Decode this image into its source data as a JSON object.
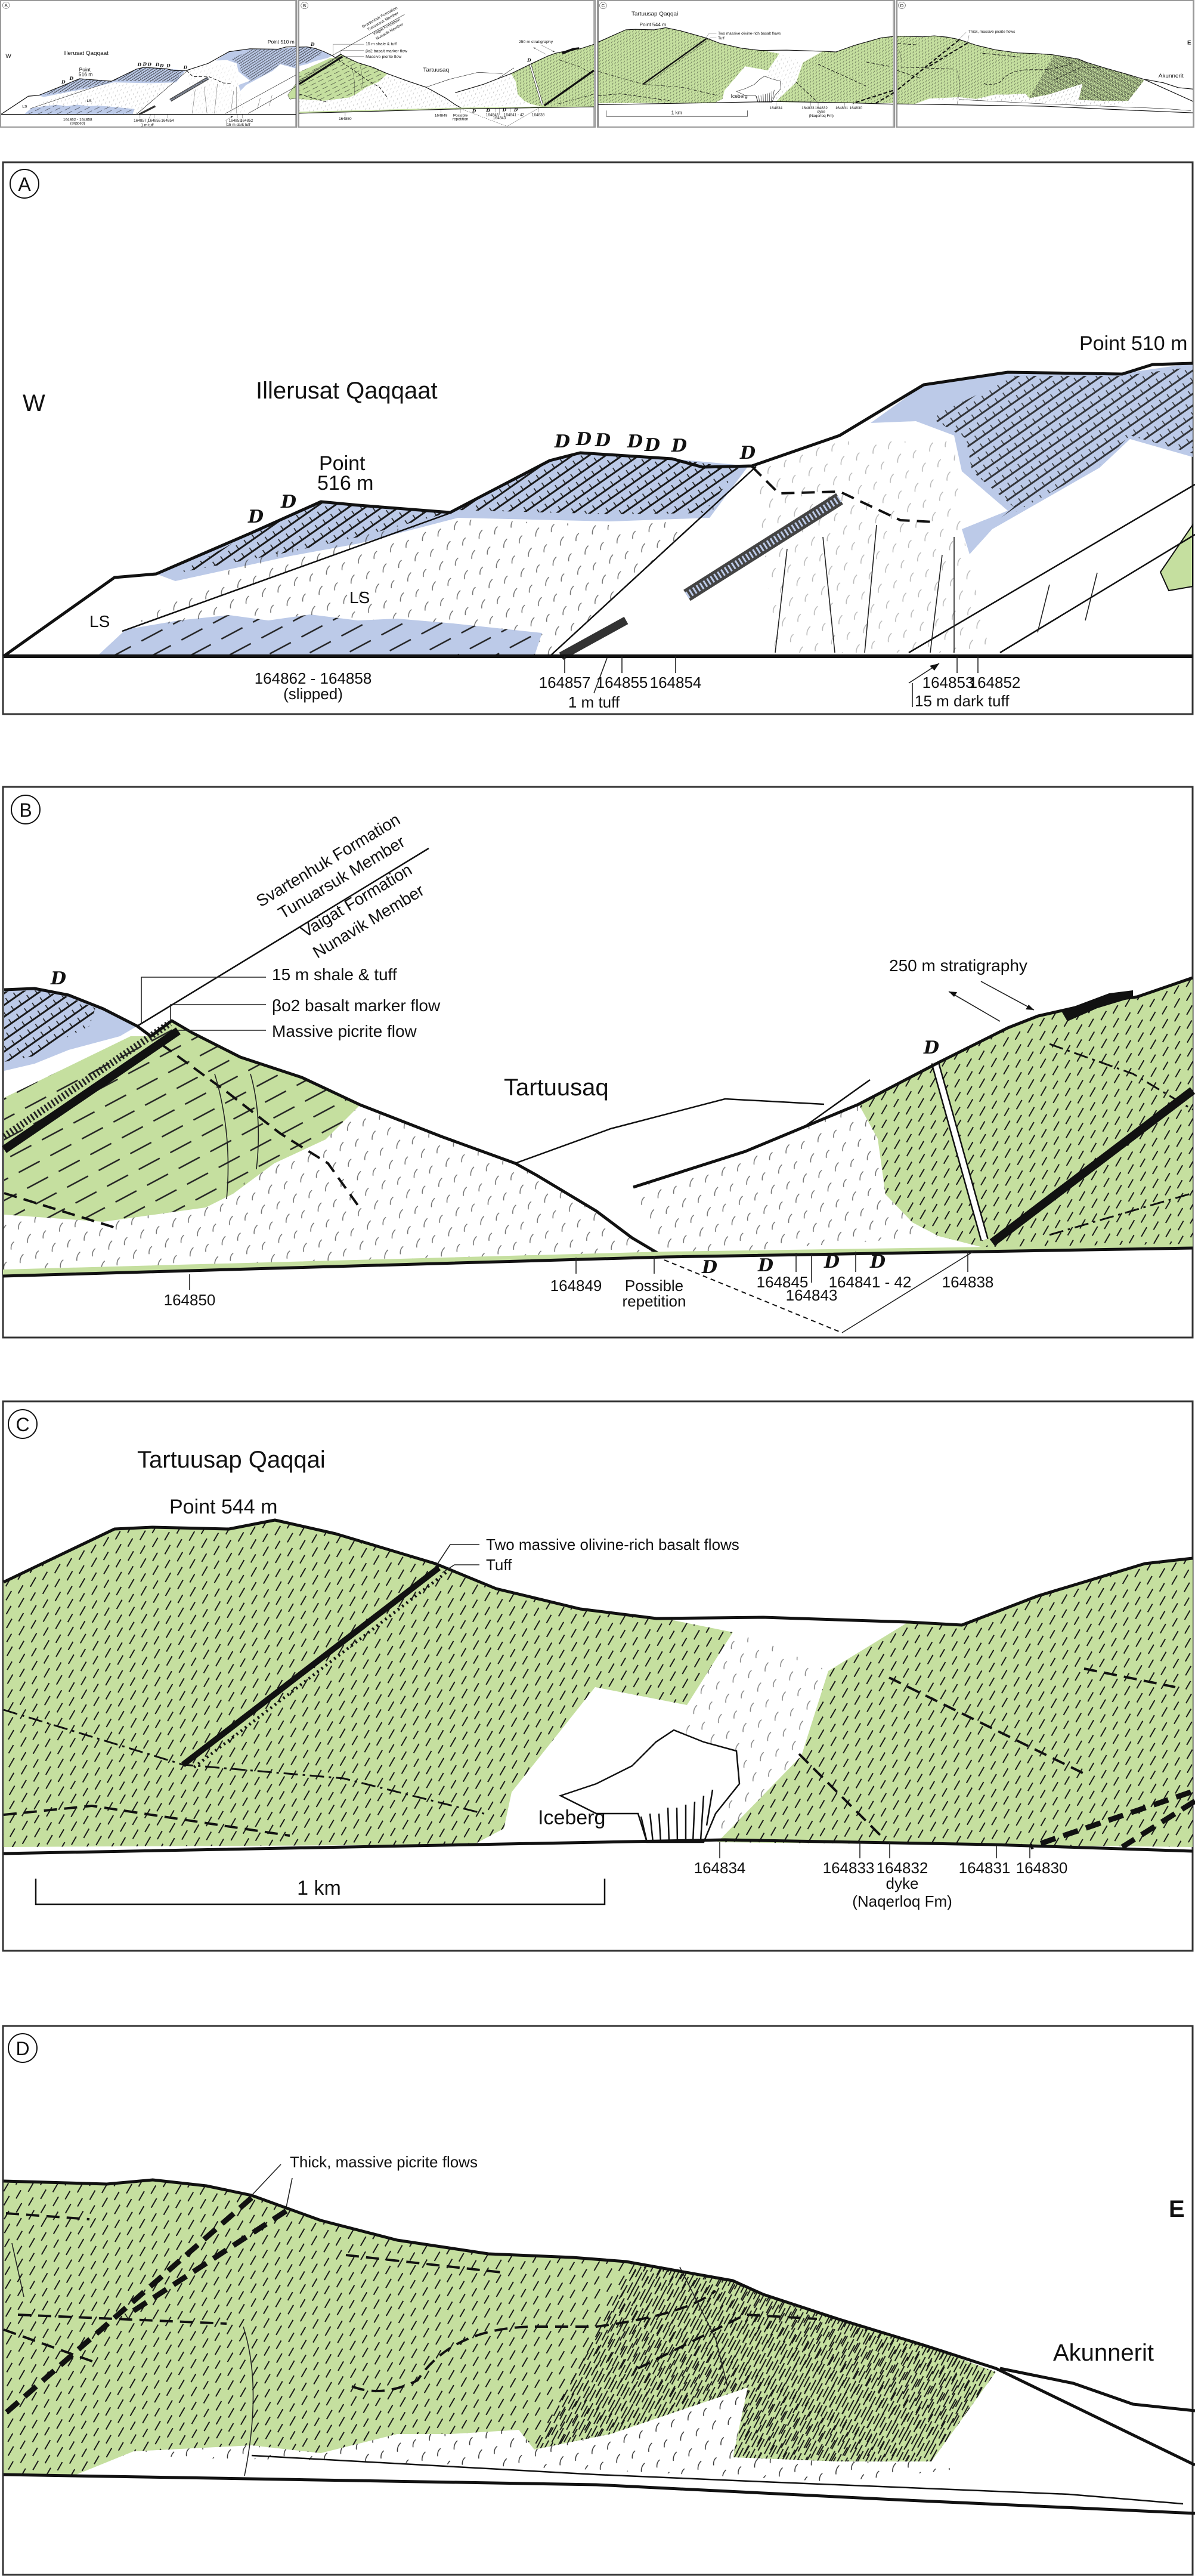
{
  "colors": {
    "basalt_green": "#c5df9f",
    "svartenhuk_blue": "#bccae8",
    "line": "#111111"
  },
  "symbols": {
    "dyke": "D"
  },
  "panel_a": {
    "label": "A",
    "direction": "W",
    "locality": "Illerusat Qaqqaat",
    "point_left_1": "Point",
    "point_left_2": "516 m",
    "point_right": "Point 510 m",
    "ls": "LS",
    "samples": {
      "s1": "164862 - 164858",
      "s1_note": "(slipped)",
      "s2": "164857",
      "s3": "164855",
      "s4": "164854",
      "tuff1": "1 m tuff",
      "s5": "164853",
      "s6": "164852",
      "tuff2": "15 m dark tuff"
    }
  },
  "panel_b": {
    "label": "B",
    "formations": [
      "Svartenhuk Formation",
      "Tunuarsuk Member",
      "Vaigat Formation",
      "Nunavik Member"
    ],
    "annotations": [
      "15 m shale & tuff",
      "βo2 basalt marker flow",
      "Massive picrite flow"
    ],
    "locality": "Tartuusaq",
    "stratigraphy": "250 m stratigraphy",
    "samples": [
      "164850",
      "164849",
      "164845",
      "164843",
      "164841 - 42",
      "164838"
    ],
    "possible": "Possible",
    "repetition": "repetition"
  },
  "panel_c": {
    "label": "C",
    "locality": "Tartuusap Qaqqai",
    "point": "Point 544 m",
    "annotations": [
      "Two massive olivine-rich basalt flows",
      "Tuff"
    ],
    "iceberg": "Iceberg",
    "scale": "1 km",
    "samples": [
      "164834",
      "164833",
      "164832",
      "164831",
      "164830"
    ],
    "dyke": "dyke",
    "dyke_fm": "(Naqerloq Fm)"
  },
  "panel_d": {
    "label": "D",
    "annotation": "Thick, massive picrite flows",
    "direction": "E",
    "locality": "Akunnerit"
  }
}
